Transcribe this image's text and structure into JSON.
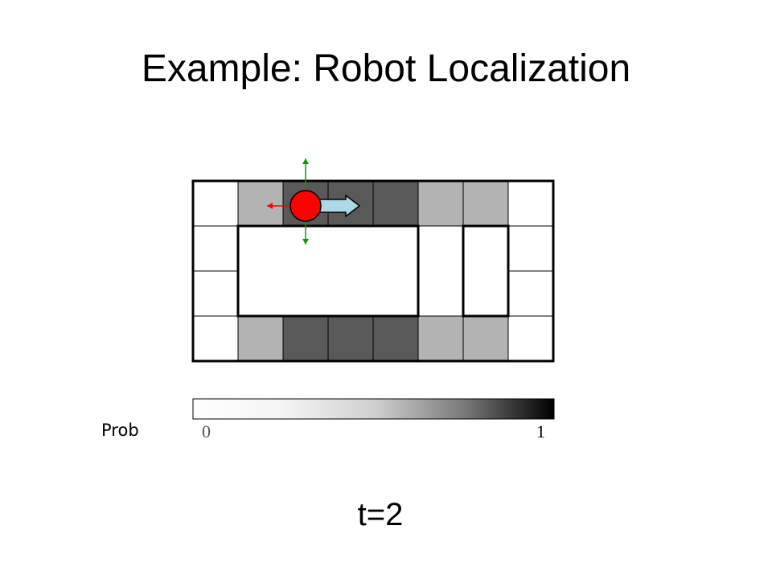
{
  "title": "Example: Robot Localization",
  "colorbar": {
    "label": "Prob",
    "min_label": "0",
    "max_label": "1",
    "gradient_start": "#ffffff",
    "gradient_end": "#000000"
  },
  "time_label": "t=2",
  "grid": {
    "rows": 4,
    "cols": 8,
    "cells": [
      [
        0,
        0.3,
        0.65,
        0.65,
        0.65,
        0.3,
        0.3,
        0
      ],
      [
        0,
        null,
        null,
        null,
        0,
        null,
        0,
        0
      ],
      [
        0,
        null,
        null,
        null,
        0,
        null,
        0,
        0
      ],
      [
        0,
        0.3,
        0.65,
        0.65,
        0.65,
        0.3,
        0.3,
        0
      ]
    ],
    "walls": [
      {
        "row_start": 1,
        "row_end": 2,
        "col_start": 1,
        "col_end": 4
      },
      {
        "row_start": 1,
        "row_end": 2,
        "col_start": 6,
        "col_end": 6
      }
    ]
  },
  "robot": {
    "row": 0,
    "col": 2,
    "color": "#ff0000",
    "motion_arrow_color": "#add8e6",
    "sensor_hit_color": "#ff0000",
    "sensor_free_color": "#00a000"
  }
}
